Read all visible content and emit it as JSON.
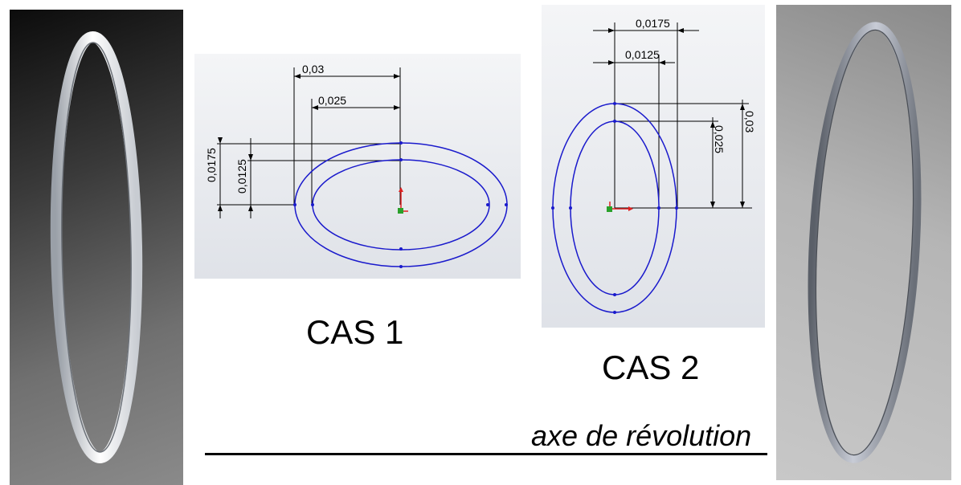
{
  "cases": [
    {
      "label": "CAS 1",
      "dimensions": {
        "outer_x": "0,03",
        "inner_x": "0,025",
        "outer_y": "0,0175",
        "inner_y": "0,0125"
      }
    },
    {
      "label": "CAS 2",
      "dimensions": {
        "outer_x": "0,0175",
        "inner_x": "0,0125",
        "outer_y": "0,03",
        "inner_y": "0,025"
      }
    }
  ],
  "axis": {
    "label": "axe de révolution"
  },
  "colors": {
    "sketch_line": "#1a1acc",
    "dimension_line": "#000000",
    "origin_x": "#e02020",
    "origin_marker": "#2aa02a"
  }
}
